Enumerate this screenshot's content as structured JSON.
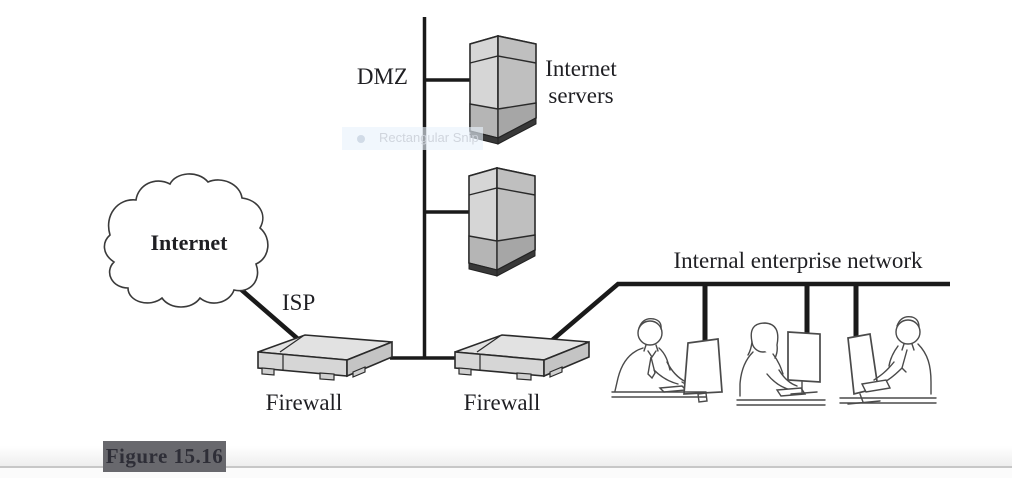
{
  "diagram": {
    "cloud_label": "Internet",
    "isp_label": "ISP",
    "dmz_label": "DMZ",
    "servers_label": [
      "Internet",
      "servers"
    ],
    "firewall_left_label": "Firewall",
    "firewall_right_label": "Firewall",
    "internal_network_label": "Internal enterprise network"
  },
  "figure_caption": {
    "label": "Figure 15.16"
  },
  "snip_tooltip": {
    "label": "Rectangular Snip"
  },
  "colors": {
    "line": "#1a1a1a",
    "outline": "#2a2a2a",
    "server_top": "#e9e9e9",
    "server_front": "#d6d6d6",
    "server_side": "#bfbfbf",
    "server_band_front": "#b5b5b5",
    "server_band_side": "#a6a6a6",
    "server_base": "#383838",
    "firewall_top": "#e2e2e2",
    "firewall_front": "#d6d6d6",
    "firewall_side": "#c4c4c4",
    "people_line": "#4a4a4a",
    "caption_bg": "#68686d",
    "caption_text": "#2e2e37",
    "tooltip_bg": "#e9f2fb",
    "tooltip_text": "#ced3db"
  }
}
